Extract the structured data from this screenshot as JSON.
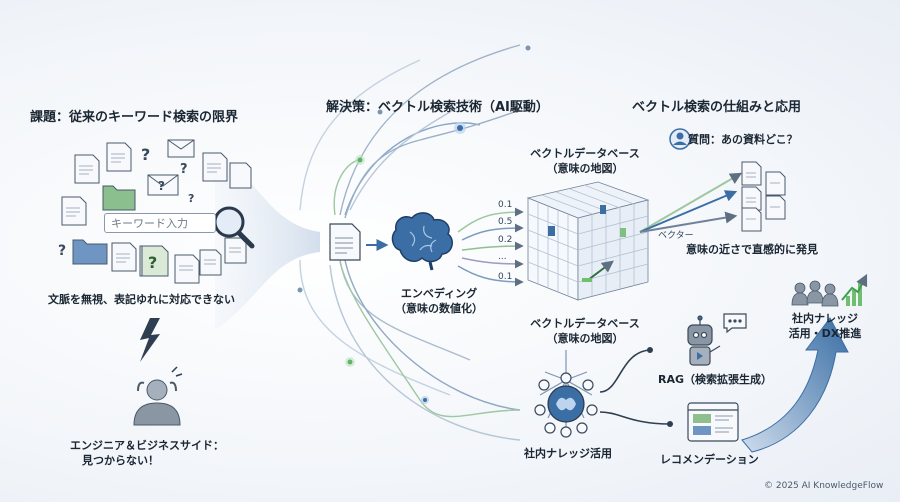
{
  "sections": {
    "problem_title": "課題：従来のキーワード検索の限界",
    "solution_title": "解決策：ベクトル検索技術（AI駆動）",
    "application_title": "ベクトル検索の仕組みと応用"
  },
  "problem": {
    "search_placeholder": "キーワード入力",
    "caption": "文脈を無視、表記ゆれに対応できない",
    "people_caption_line1": "エンジニア＆ビジネスサイド：",
    "people_caption_line2": "見つからない！"
  },
  "embedding": {
    "label_line1": "エンベディング",
    "label_line2": "（意味の数値化）",
    "vector_values": [
      "0.1",
      "0.5",
      "0.2",
      "...",
      "0.1"
    ]
  },
  "vector_db": {
    "top_label_line1": "ベクトルデータベース",
    "top_label_line2": "（意味の地図）",
    "bottom_label_line1": "ベクトルデータベース",
    "bottom_label_line2": "（意味の地図）",
    "vector_tag": "ベクター"
  },
  "query": {
    "question": "質問：あの資料どこ？",
    "result_caption": "意味の近さで直感的に発見"
  },
  "knowledge": {
    "hub_label": "社内ナレッジ活用",
    "rag_label": "RAG（検索拡張生成）",
    "recommend_label": "レコメンデーション",
    "outcome_line1": "社内ナレッジ",
    "outcome_line2": "活用・DX推進"
  },
  "footer": {
    "copyright": "© 2025 AI KnowledgeFlow"
  },
  "colors": {
    "accent_blue": "#3a6ea5",
    "accent_green": "#5fb36a",
    "ink": "#1b2733"
  }
}
